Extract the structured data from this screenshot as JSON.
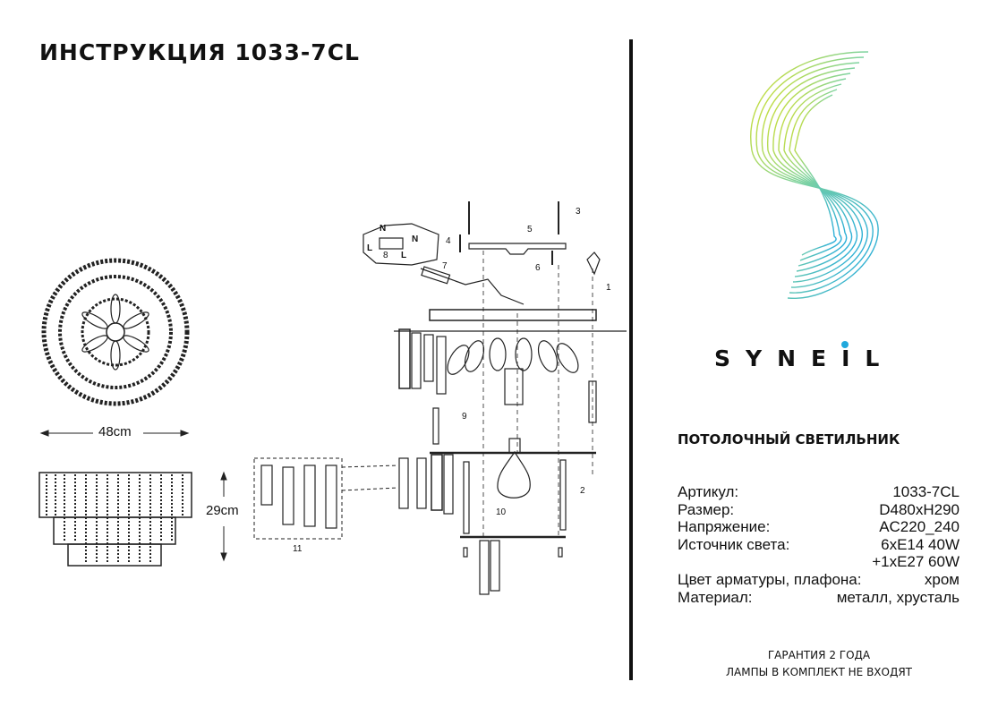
{
  "title": "ИНСТРУКЦИЯ 1033-7CL",
  "brand": {
    "prefix": "SYNE",
    "i": "I",
    "suffix": "L",
    "accent_color": "#20a8dc"
  },
  "dimensions": {
    "diameter": "48cm",
    "height": "29cm"
  },
  "part_numbers": {
    "p1": "1",
    "p2": "2",
    "p3": "3",
    "p4": "4",
    "p5": "5",
    "p6": "6",
    "p7": "7",
    "p8": "8",
    "p9": "9",
    "p10": "10",
    "p11": "11"
  },
  "wiring": {
    "n": "N",
    "l": "L"
  },
  "product_type": "ПОТОЛОЧНЫЙ СВЕТИЛЬНИК",
  "specs": [
    {
      "label": "Артикул:",
      "value": "1033-7CL"
    },
    {
      "label": "Размер:",
      "value": "D480xH290"
    },
    {
      "label": "Напряжение:",
      "value": "AC220_240"
    },
    {
      "label": "Источник света:",
      "value": "6xE14 40W"
    },
    {
      "label": "",
      "value": "+1xE27 60W"
    },
    {
      "label": "Цвет арматуры, плафона:",
      "value": "хром"
    },
    {
      "label": "Материал:",
      "value": "металл, хрусталь"
    }
  ],
  "footer": {
    "warranty": "ГАРАНТИЯ 2 ГОДА",
    "lamps_note": "ЛАМПЫ В КОМПЛЕКТ НЕ ВХОДЯТ"
  }
}
